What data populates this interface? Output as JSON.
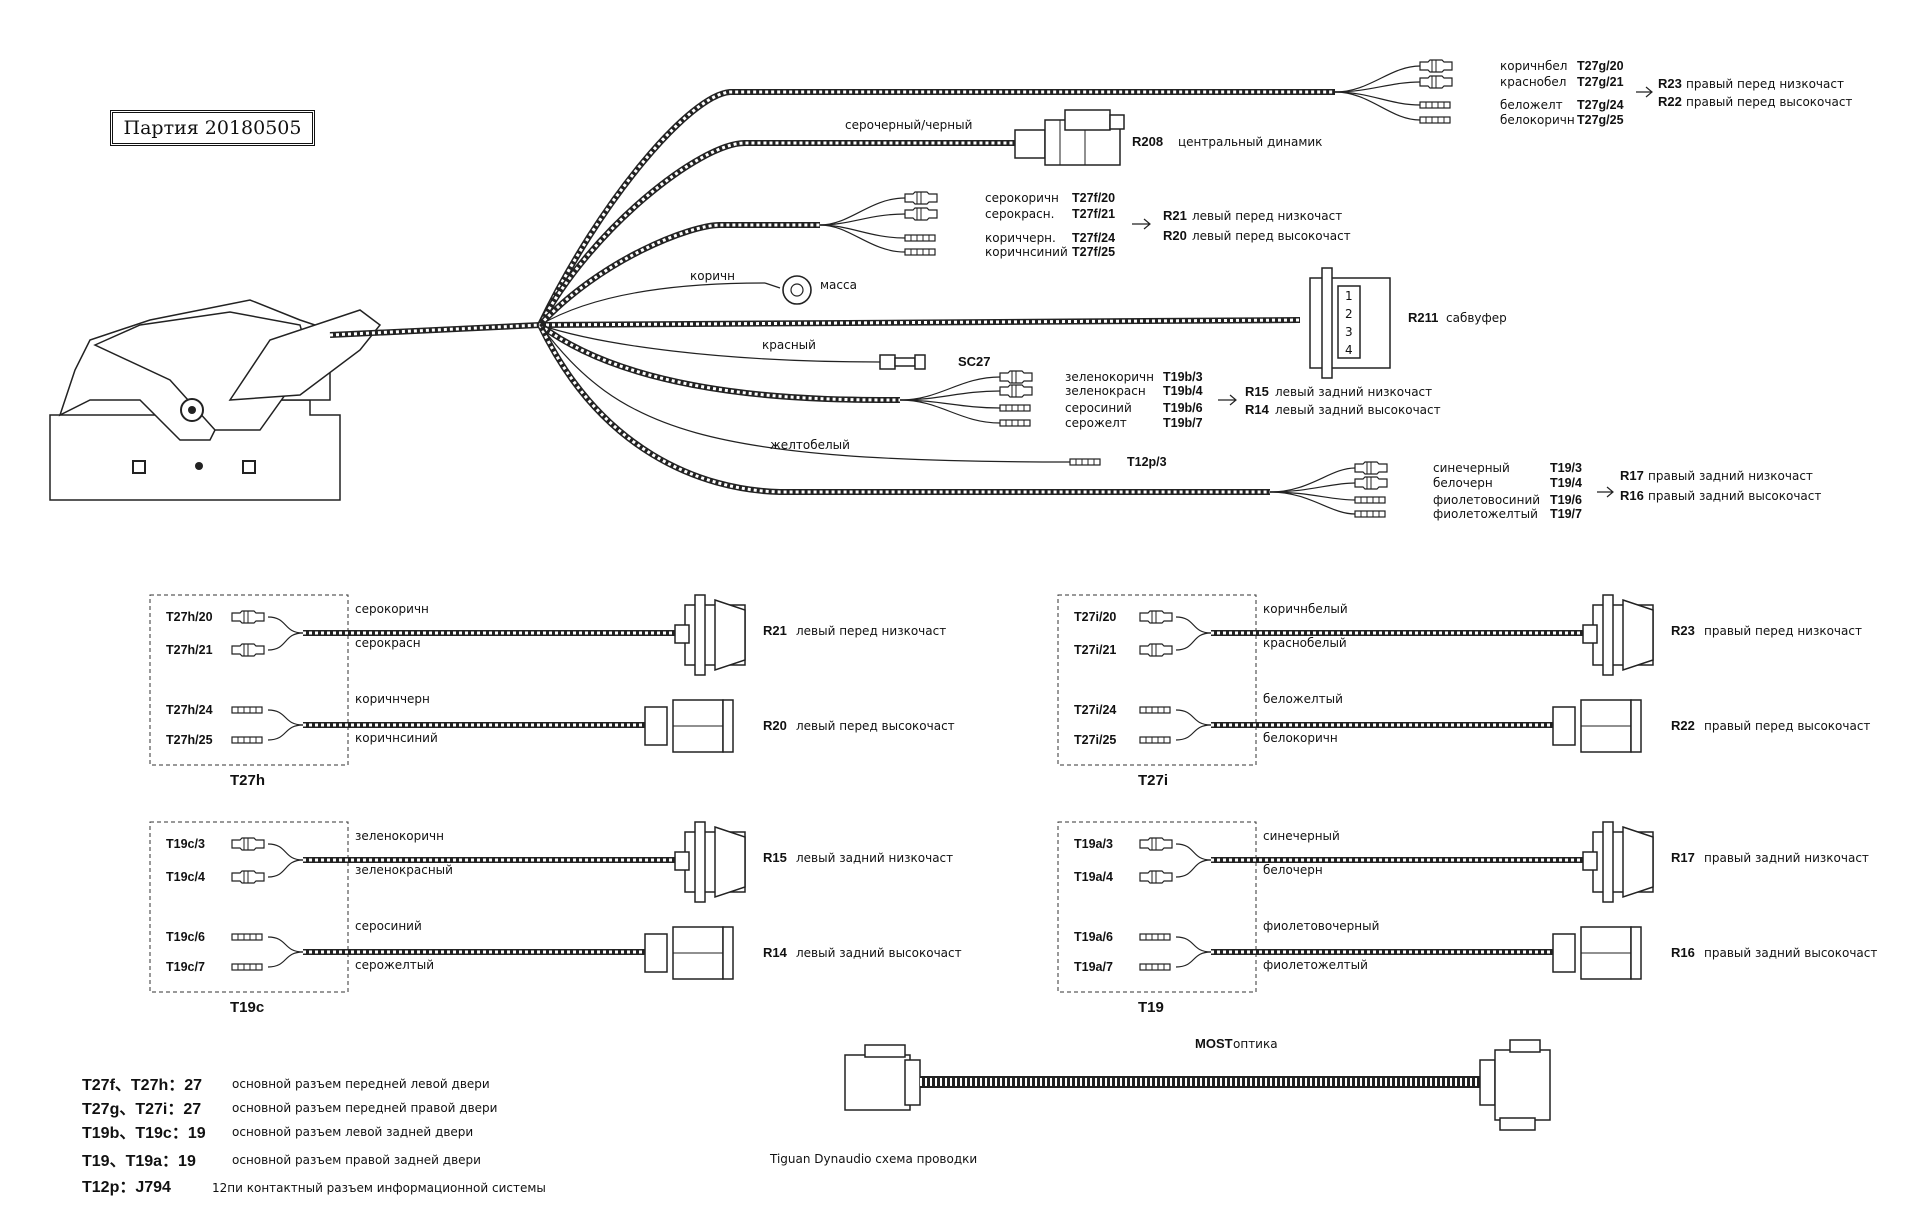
{
  "batch_label": "Партия 20180505",
  "main_harness": {
    "r23_group": {
      "rows": [
        {
          "wire": "коричнбел",
          "code": "T27g/20"
        },
        {
          "wire": "краснобел",
          "code": "T27g/21"
        },
        {
          "wire": "беложелт",
          "code": "T27g/24"
        },
        {
          "wire": "белокоричн",
          "code": "T27g/25"
        }
      ],
      "targets": [
        {
          "ref": "R23",
          "desc": "правый перед низкочаст"
        },
        {
          "ref": "R22",
          "desc": "правый перед высокочаст"
        }
      ]
    },
    "r208": {
      "wire": "серочерный/черный",
      "ref": "R208",
      "desc": "центральный динамик"
    },
    "r21_group": {
      "rows": [
        {
          "wire": "серокоричн",
          "code": "T27f/20"
        },
        {
          "wire": "серокрасн.",
          "code": "T27f/21"
        },
        {
          "wire": "кориччерн.",
          "code": "T27f/24"
        },
        {
          "wire": "коричнсиний",
          "code": "T27f/25"
        }
      ],
      "targets": [
        {
          "ref": "R21",
          "desc": "левый перед низкочаст"
        },
        {
          "ref": "R20",
          "desc": "левый перед высокочаст"
        }
      ]
    },
    "ground": {
      "wire": "коричн",
      "label": "масса"
    },
    "r211": {
      "ref": "R211",
      "desc": "сабвуфер"
    },
    "sc27": {
      "wire": "красный",
      "ref": "SC27"
    },
    "r15_group": {
      "rows": [
        {
          "wire": "зеленокоричн",
          "code": "T19b/3"
        },
        {
          "wire": "зеленокрасн",
          "code": "T19b/4"
        },
        {
          "wire": "серосиний",
          "code": "T19b/6"
        },
        {
          "wire": "серожелт",
          "code": "T19b/7"
        }
      ],
      "targets": [
        {
          "ref": "R15",
          "desc": "левый задний низкочаст"
        },
        {
          "ref": "R14",
          "desc": "левый задний высокочаст"
        }
      ]
    },
    "t12p": {
      "wire": "желтобелый",
      "code": "T12p/3"
    },
    "r17_group": {
      "rows": [
        {
          "wire": "синечерный",
          "code": "T19/3"
        },
        {
          "wire": "белочерн",
          "code": "T19/4"
        },
        {
          "wire": "фиолетовосиний",
          "code": "T19/6"
        },
        {
          "wire": "фиолетожелтый",
          "code": "T19/7"
        }
      ],
      "targets": [
        {
          "ref": "R17",
          "desc": "правый задний низкочаст"
        },
        {
          "ref": "R16",
          "desc": "правый задний высокочаст"
        }
      ]
    }
  },
  "door_harnesses": [
    {
      "id": "T27h",
      "pins": [
        "T27h/20",
        "T27h/21",
        "T27h/24",
        "T27h/25"
      ],
      "wires": [
        "серокоричн",
        "серокрасн",
        "коричнчерн",
        "коричнсиний"
      ],
      "speakers": [
        {
          "ref": "R21",
          "desc": "левый перед низкочаст"
        },
        {
          "ref": "R20",
          "desc": "левый перед высокочаст"
        }
      ]
    },
    {
      "id": "T27i",
      "pins": [
        "T27i/20",
        "T27i/21",
        "T27i/24",
        "T27i/25"
      ],
      "wires": [
        "коричнбелый",
        "краснобелый",
        "беложелтый",
        "белокоричн"
      ],
      "speakers": [
        {
          "ref": "R23",
          "desc": "правый перед низкочаст"
        },
        {
          "ref": "R22",
          "desc": "правый перед высокочаст"
        }
      ]
    },
    {
      "id": "T19c",
      "pins": [
        "T19c/3",
        "T19c/4",
        "T19c/6",
        "T19c/7"
      ],
      "wires": [
        "зеленокоричн",
        "зеленокрасный",
        "серосиний",
        "серожелтый"
      ],
      "speakers": [
        {
          "ref": "R15",
          "desc": "левый задний низкочаст"
        },
        {
          "ref": "R14",
          "desc": "левый задний высокочаст"
        }
      ]
    },
    {
      "id": "T19",
      "pins": [
        "T19a/3",
        "T19a/4",
        "T19a/6",
        "T19a/7"
      ],
      "wires": [
        "синечерный",
        "белочерн",
        "фиолетовочерный",
        "фиолетожелтый"
      ],
      "speakers": [
        {
          "ref": "R17",
          "desc": "правый задний низкочаст"
        },
        {
          "ref": "R16",
          "desc": "правый задний высокочаст"
        }
      ]
    }
  ],
  "most": {
    "label": "MOST",
    "desc": "оптика"
  },
  "legend": [
    {
      "code": "T27f、T27h：27",
      "desc": "основной разъем передней левой двери"
    },
    {
      "code": "T27g、T27i：27",
      "desc": "основной разъем передней правой двери"
    },
    {
      "code": "T19b、T19c：19",
      "desc": "основной разъем левой задней двери"
    },
    {
      "code": "T19、T19a：19",
      "desc": "основной разъем правой задней двери"
    },
    {
      "code": "T12p：J794",
      "desc": "12пи контактный разъем информационной системы"
    }
  ],
  "caption": "Tiguan Dynaudio схема проводки"
}
